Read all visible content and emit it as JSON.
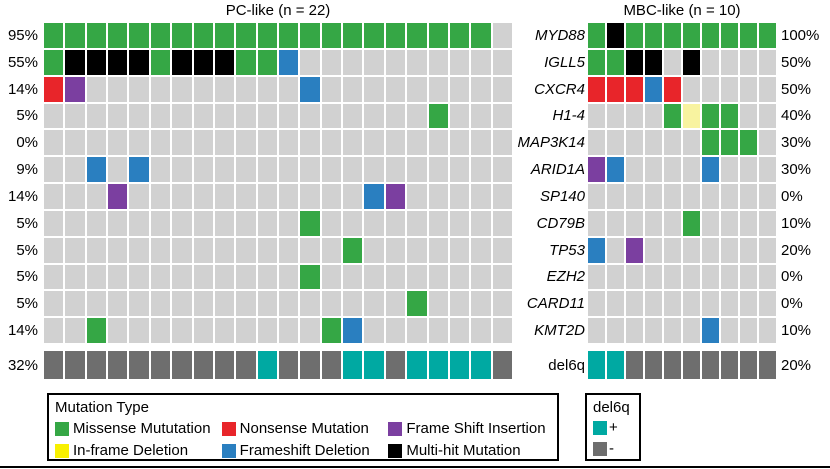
{
  "panels": {
    "left": {
      "title": "PC-like (n = 22)",
      "n": 22
    },
    "right": {
      "title": "MBC-like (n = 10)",
      "n": 10
    }
  },
  "genes": [
    "MYD88",
    "IGLL5",
    "CXCR4",
    "H1-4",
    "MAP3K14",
    "ARID1A",
    "SP140",
    "CD79B",
    "TP53",
    "EZH2",
    "CARD11",
    "KMT2D"
  ],
  "cna_label": "del6q",
  "percent_left": [
    "95%",
    "55%",
    "14%",
    "5%",
    "0%",
    "9%",
    "14%",
    "5%",
    "5%",
    "5%",
    "5%",
    "14%"
  ],
  "percent_right": [
    "100%",
    "50%",
    "50%",
    "40%",
    "30%",
    "30%",
    "0%",
    "10%",
    "20%",
    "0%",
    "0%",
    "10%"
  ],
  "percent_cna_left": "32%",
  "percent_cna_right": "20%",
  "colors": {
    "missense": "#35a745",
    "nonsense": "#e8252a",
    "frameshift_insertion": "#7b3fa0",
    "inframe_deletion": "#f8f3a0",
    "frameshift_deletion": "#2a7fc0",
    "multihit": "#000000",
    "none": "#d1d1d1",
    "del6q_present": "#00a9a2",
    "del6q_absent": "#6e6e6e",
    "background": "#ffffff"
  },
  "legend_mutation": {
    "title": "Mutation Type",
    "items": [
      {
        "label": "Missense Mututation",
        "color_key": "missense"
      },
      {
        "label": "Nonsense Mutation",
        "color_key": "nonsense"
      },
      {
        "label": "Frame Shift Insertion",
        "color_key": "frameshift_insertion"
      },
      {
        "label": "In-frame Deletion",
        "color_key": "inframe_deletion"
      },
      {
        "label": "Frameshift Deletion",
        "color_key": "frameshift_deletion"
      },
      {
        "label": "Multi-hit Mutation",
        "color_key": "multihit"
      }
    ]
  },
  "legend_cna": {
    "title": "del6q",
    "items": [
      {
        "label": "+",
        "color_key": "del6q_present"
      },
      {
        "label": "-",
        "color_key": "del6q_absent"
      }
    ]
  },
  "chart_data": {
    "type": "heatmap",
    "title": "Mutational landscape oncoprint",
    "xlabel": "",
    "ylabel": "",
    "grid": true,
    "legend_position": "bottom",
    "row_labels": [
      "MYD88",
      "IGLL5",
      "CXCR4",
      "H1-4",
      "MAP3K14",
      "ARID1A",
      "SP140",
      "CD79B",
      "TP53",
      "EZH2",
      "CARD11",
      "KMT2D",
      "del6q"
    ],
    "value_encoding": {
      "0": "none",
      "1": "missense",
      "2": "nonsense",
      "3": "frameshift_insertion",
      "4": "inframe_deletion",
      "5": "frameshift_deletion",
      "6": "multihit",
      "7": "del6q_present",
      "8": "del6q_absent"
    },
    "panels": [
      {
        "name": "PC-like",
        "n_samples": 22,
        "row_percent": [
          "95%",
          "55%",
          "14%",
          "5%",
          "0%",
          "9%",
          "14%",
          "5%",
          "5%",
          "5%",
          "5%",
          "14%"
        ],
        "cna_percent": "32%",
        "matrix": [
          [
            1,
            1,
            1,
            1,
            1,
            1,
            1,
            1,
            1,
            1,
            1,
            1,
            1,
            1,
            1,
            1,
            1,
            1,
            1,
            1,
            1,
            0
          ],
          [
            1,
            6,
            6,
            6,
            6,
            1,
            6,
            6,
            6,
            1,
            1,
            5,
            0,
            0,
            0,
            0,
            0,
            0,
            0,
            0,
            0,
            0
          ],
          [
            2,
            3,
            0,
            0,
            0,
            0,
            0,
            0,
            0,
            0,
            0,
            0,
            5,
            0,
            0,
            0,
            0,
            0,
            0,
            0,
            0,
            0
          ],
          [
            0,
            0,
            0,
            0,
            0,
            0,
            0,
            0,
            0,
            0,
            0,
            0,
            0,
            0,
            0,
            0,
            0,
            0,
            1,
            0,
            0,
            0
          ],
          [
            0,
            0,
            0,
            0,
            0,
            0,
            0,
            0,
            0,
            0,
            0,
            0,
            0,
            0,
            0,
            0,
            0,
            0,
            0,
            0,
            0,
            0
          ],
          [
            0,
            0,
            5,
            0,
            5,
            0,
            0,
            0,
            0,
            0,
            0,
            0,
            0,
            0,
            0,
            0,
            0,
            0,
            0,
            0,
            0,
            0
          ],
          [
            0,
            0,
            0,
            3,
            0,
            0,
            0,
            0,
            0,
            0,
            0,
            0,
            0,
            0,
            0,
            5,
            3,
            0,
            0,
            0,
            0,
            0
          ],
          [
            0,
            0,
            0,
            0,
            0,
            0,
            0,
            0,
            0,
            0,
            0,
            0,
            1,
            0,
            0,
            0,
            0,
            0,
            0,
            0,
            0,
            0
          ],
          [
            0,
            0,
            0,
            0,
            0,
            0,
            0,
            0,
            0,
            0,
            0,
            0,
            0,
            0,
            1,
            0,
            0,
            0,
            0,
            0,
            0,
            0
          ],
          [
            0,
            0,
            0,
            0,
            0,
            0,
            0,
            0,
            0,
            0,
            0,
            0,
            1,
            0,
            0,
            0,
            0,
            0,
            0,
            0,
            0,
            0
          ],
          [
            0,
            0,
            0,
            0,
            0,
            0,
            0,
            0,
            0,
            0,
            0,
            0,
            0,
            0,
            0,
            0,
            0,
            1,
            0,
            0,
            0,
            0
          ],
          [
            0,
            0,
            1,
            0,
            0,
            0,
            0,
            0,
            0,
            0,
            0,
            0,
            0,
            1,
            5,
            0,
            0,
            0,
            0,
            0,
            0,
            0
          ]
        ],
        "cna_row": [
          8,
          8,
          8,
          8,
          8,
          8,
          8,
          8,
          8,
          8,
          7,
          8,
          8,
          8,
          7,
          7,
          8,
          7,
          7,
          7,
          7,
          8
        ]
      },
      {
        "name": "MBC-like",
        "n_samples": 10,
        "row_percent": [
          "100%",
          "50%",
          "50%",
          "40%",
          "30%",
          "30%",
          "0%",
          "10%",
          "20%",
          "0%",
          "0%",
          "10%"
        ],
        "cna_percent": "20%",
        "matrix": [
          [
            1,
            6,
            1,
            1,
            1,
            1,
            1,
            1,
            1,
            1
          ],
          [
            1,
            1,
            6,
            6,
            0,
            6,
            0,
            0,
            0,
            0
          ],
          [
            2,
            2,
            2,
            5,
            2,
            0,
            0,
            0,
            0,
            0
          ],
          [
            0,
            0,
            0,
            0,
            1,
            4,
            1,
            1,
            0,
            0
          ],
          [
            0,
            0,
            0,
            0,
            0,
            0,
            1,
            1,
            1,
            0
          ],
          [
            3,
            5,
            0,
            0,
            0,
            0,
            5,
            0,
            0,
            0
          ],
          [
            0,
            0,
            0,
            0,
            0,
            0,
            0,
            0,
            0,
            0
          ],
          [
            0,
            0,
            0,
            0,
            0,
            1,
            0,
            0,
            0,
            0
          ],
          [
            5,
            0,
            3,
            0,
            0,
            0,
            0,
            0,
            0,
            0
          ],
          [
            0,
            0,
            0,
            0,
            0,
            0,
            0,
            0,
            0,
            0
          ],
          [
            0,
            0,
            0,
            0,
            0,
            0,
            0,
            0,
            0,
            0
          ],
          [
            0,
            0,
            0,
            0,
            0,
            0,
            5,
            0,
            0,
            0
          ]
        ],
        "cna_row": [
          7,
          7,
          8,
          8,
          8,
          8,
          8,
          8,
          8,
          8
        ]
      }
    ]
  }
}
